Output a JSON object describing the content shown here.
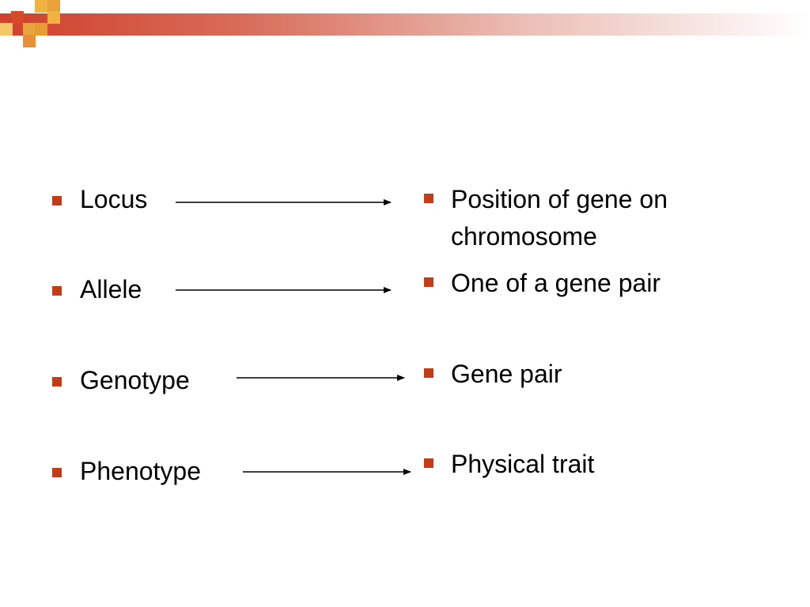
{
  "slide": {
    "terms": [
      {
        "term": "Locus"
      },
      {
        "term": "Allele"
      },
      {
        "term": "Genotype"
      },
      {
        "term": "Phenotype"
      }
    ],
    "definitions": [
      {
        "line1": "Position of gene on",
        "line2": "chromosome"
      },
      {
        "line1": "One of a gene pair"
      },
      {
        "line1": "Gene pair"
      },
      {
        "line1": "Physical trait"
      }
    ]
  },
  "colors": {
    "bullet": "#c33c17",
    "header_gradient_start": "#d0402a"
  }
}
